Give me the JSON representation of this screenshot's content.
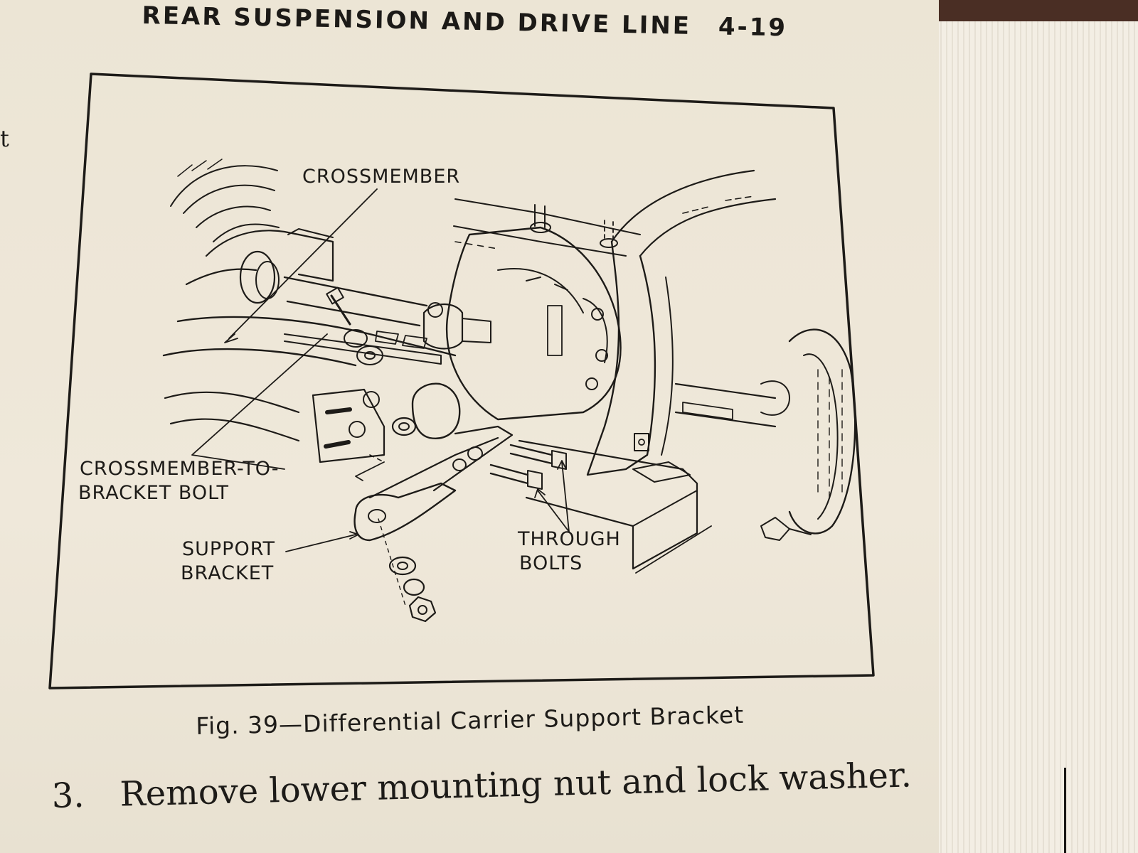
{
  "page": {
    "running_head": "REAR SUSPENSION AND DRIVE LINE",
    "page_number": "4-19",
    "left_margin_char": "t"
  },
  "figure": {
    "labels": {
      "crossmember": "CROSSMEMBER",
      "bolt_line1": "CROSSMEMBER-TO-",
      "bolt_line2": "BRACKET BOLT",
      "support_line1": "SUPPORT",
      "support_line2": "BRACKET",
      "through_line1": "THROUGH",
      "through_line2": "BOLTS"
    },
    "caption": "Fig. 39—Differential Carrier Support Bracket"
  },
  "body": {
    "step_number": "3.",
    "step_text": "Remove lower mounting nut and lock washer."
  }
}
